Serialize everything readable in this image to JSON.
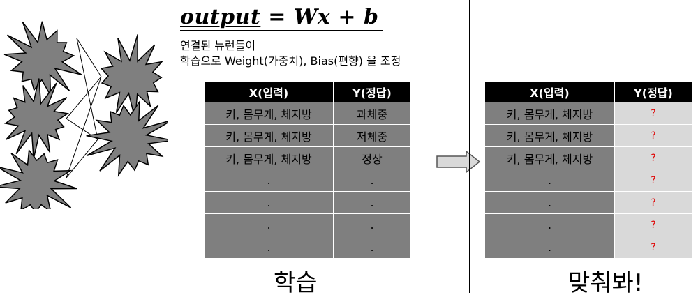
{
  "formula": {
    "lhs": "output",
    "rhs": " = Wx + b"
  },
  "description": {
    "line1": "연결된 뉴런들이",
    "line2": "학습으로 Weight(가중치), Bias(편향) 을 조정"
  },
  "training": {
    "headers": [
      "X(입력)",
      "Y(정답)"
    ],
    "rows": [
      [
        "키, 몸무게, 체지방",
        "과체중"
      ],
      [
        "키, 몸무게, 체지방",
        "저체중"
      ],
      [
        "키, 몸무게, 체지방",
        "정상"
      ],
      [
        ".",
        "."
      ],
      [
        ".",
        "."
      ],
      [
        ".",
        "."
      ],
      [
        ".",
        "."
      ]
    ],
    "caption": "학습"
  },
  "prediction": {
    "headers": [
      "X(입력)",
      "Y(정답)"
    ],
    "rows": [
      [
        "키, 몸무게, 체지방",
        "?"
      ],
      [
        "키, 몸무게, 체지방",
        "?"
      ],
      [
        "키, 몸무게, 체지방",
        "?"
      ],
      [
        ".",
        "?"
      ],
      [
        ".",
        "?"
      ],
      [
        ".",
        "?"
      ],
      [
        ".",
        "?"
      ]
    ],
    "caption": "맞춰봐!"
  },
  "colors": {
    "neuron_fill": "#7f7f7f",
    "header_fill": "#000000",
    "cell_fill": "#7f7f7f",
    "answer_unknown_fill": "#d9d9d9",
    "question_mark": "#e00000",
    "arrow_fill": "#d9d9d9"
  }
}
